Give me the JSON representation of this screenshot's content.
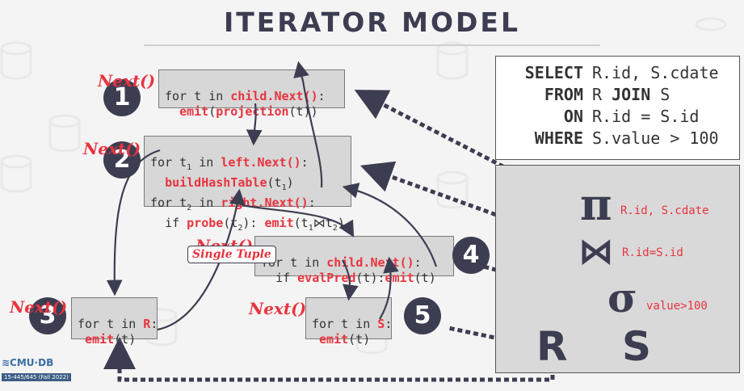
{
  "title": "ITERATOR MODEL",
  "operators": {
    "projection": {
      "number": "1",
      "next": "Next()",
      "lines": [
        [
          "for t in ",
          "child.Next()",
          ":"
        ],
        [
          "  ",
          "emit",
          "(",
          "projection",
          "(t))"
        ]
      ]
    },
    "join": {
      "number": "2",
      "next": "Next()"
    },
    "filter_S": {
      "number": "3",
      "next": "Next()"
    },
    "select": {
      "number": "4",
      "next": "Next()"
    },
    "scan_S": {
      "number": "5",
      "next": "Next()"
    }
  },
  "code": {
    "proj_l1_a": "for t in ",
    "proj_l1_b": "child.Next()",
    "proj_l1_c": ":",
    "proj_l2_a": "emit",
    "proj_l2_b": "(",
    "proj_l2_c": "projection",
    "proj_l2_d": "(t))",
    "join_l1_a": "for t",
    "join_l1_sub": "1",
    "join_l1_b": " in ",
    "join_l1_c": "left.Next()",
    "join_l1_d": ":",
    "join_l2_a": "buildHashTable",
    "join_l2_b": "(t",
    "join_l2_sub": "1",
    "join_l2_c": ")",
    "join_l3_a": "for t",
    "join_l3_sub": "2",
    "join_l3_b": " in ",
    "join_l3_c": "right.Next()",
    "join_l3_d": ":",
    "join_l4_a": "if ",
    "join_l4_b": "probe",
    "join_l4_c": "(t",
    "join_l4_sub": "2",
    "join_l4_d": "): ",
    "join_l4_e": "emit",
    "join_l4_f": "(t",
    "join_l4_sub2": "1",
    "join_l4_g": "⋈t",
    "join_l4_sub3": "2",
    "join_l4_h": ")",
    "sel_l1_a": "for t in ",
    "sel_l1_b": "child.Next()",
    "sel_l1_c": ":",
    "sel_l2_a": "if ",
    "sel_l2_b": "evalPred",
    "sel_l2_c": "(t):",
    "sel_l2_d": "emit",
    "sel_l2_e": "(t)",
    "r_l1_a": "for t in ",
    "r_l1_b": "R",
    "r_l1_c": ":",
    "r_l2_a": "emit",
    "r_l2_b": "(t)",
    "s_l1_a": "for t in ",
    "s_l1_b": "S",
    "s_l1_c": ":",
    "s_l2_a": "emit",
    "s_l2_b": "(t)"
  },
  "single_tuple": "Single Tuple",
  "sql": {
    "rows": [
      {
        "keyword": "SELECT",
        "text": "R.id, S.cdate"
      },
      {
        "keyword": "FROM",
        "text": "R JOIN S",
        "bold_word": "JOIN"
      },
      {
        "keyword": "ON",
        "text": "R.id = S.id"
      },
      {
        "keyword": "WHERE",
        "text": "S.value > 100"
      }
    ],
    "from_a": "R ",
    "from_b": "JOIN",
    "from_c": " S"
  },
  "plan": {
    "pi_symbol": "π",
    "pi_label": "R.id, S.cdate",
    "join_symbol": "⋈",
    "join_label": "R.id=S.id",
    "sigma_symbol": "σ",
    "sigma_label": "value>100",
    "r": "R",
    "s": "S"
  },
  "footer": {
    "logo": "≋CMU·DB",
    "course": "15-445/645 (Fall 2022)"
  },
  "colors": {
    "accent": "#e8343f",
    "dark": "#3d3d52",
    "box": "#d7d7d7"
  }
}
